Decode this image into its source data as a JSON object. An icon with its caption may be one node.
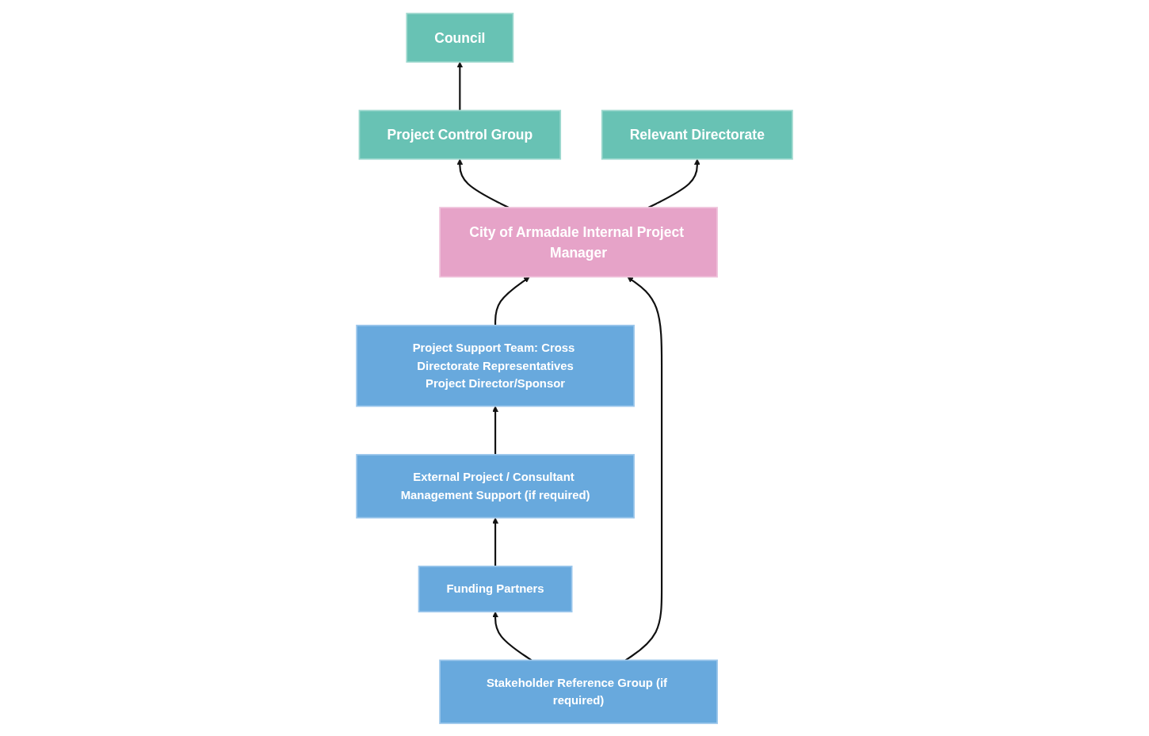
{
  "diagram": {
    "nodes": [
      {
        "text": [
          "Council"
        ]
      },
      {
        "text": [
          "Project Control Group"
        ]
      },
      {
        "text": [
          "City of Armadale Internal Project Manager"
        ]
      },
      {
        "text": [
          "Relevant Directorate"
        ]
      },
      {
        "text": [
          "Project Support Team: Cross Directorate Representatives",
          "Project Director/Sponsor"
        ]
      },
      {
        "text": [
          "External Project / Consultant Management Support (if required)"
        ]
      },
      {
        "text": [
          "Funding Partners"
        ]
      },
      {
        "text": [
          "Stakeholder Reference Group (if required)"
        ]
      }
    ],
    "edges": [
      {
        "from": 1,
        "to": 0,
        "arrow": "to"
      },
      {
        "from": 2,
        "to": 1,
        "arrow": "to"
      },
      {
        "from": 2,
        "to": 3,
        "arrow": "to"
      },
      {
        "from": 4,
        "to": 2,
        "arrow": "to"
      },
      {
        "from": 7,
        "to": 2,
        "arrow": "to"
      },
      {
        "from": 5,
        "to": 4,
        "arrow": "to"
      },
      {
        "from": 6,
        "to": 5,
        "arrow": "to"
      },
      {
        "from": 7,
        "to": 6,
        "arrow": "to"
      }
    ]
  }
}
